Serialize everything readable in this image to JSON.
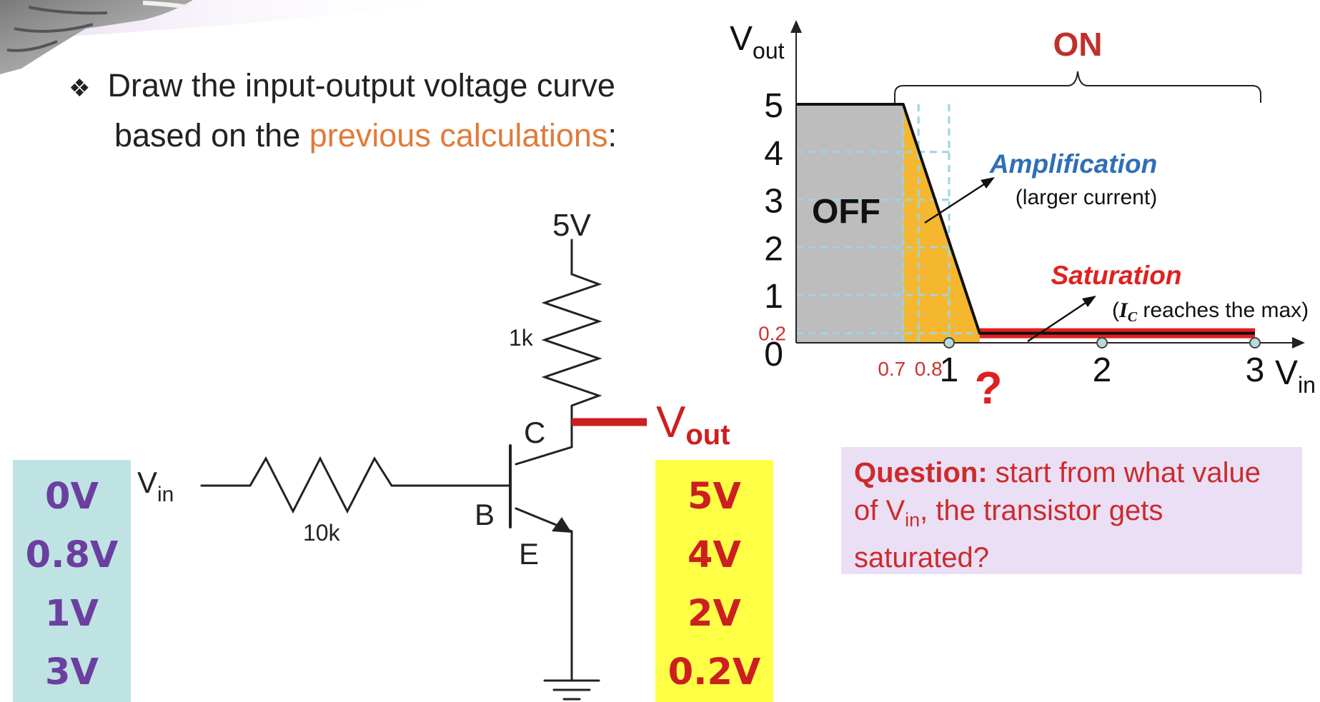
{
  "bullet": {
    "line1": "Draw the input-output voltage curve",
    "line2_prefix": "based on the ",
    "line2_link": "previous calculations",
    "line2_suffix": ":"
  },
  "circuit": {
    "supply": "5V",
    "collector_resistor": "1k",
    "base_resistor": "10k",
    "input_label": "V",
    "input_sub": "in",
    "output_label": "V",
    "output_sub": "out",
    "collector": "C",
    "base": "B",
    "emitter": "E"
  },
  "vin_values": [
    "0V",
    "0.8V",
    "1V",
    "3V"
  ],
  "vout_values": [
    "5V",
    "4V",
    "2V",
    "0.2V"
  ],
  "question": {
    "label": "Question:",
    "text1": " start from what value of V",
    "text_sub": "in",
    "text2": ", the transistor gets saturated?"
  },
  "chart_data": {
    "type": "line",
    "ylabel": "V",
    "ylabel_sub": "out",
    "xlabel": "V",
    "xlabel_sub": "in",
    "xlim": [
      0,
      3
    ],
    "ylim": [
      0,
      5
    ],
    "x_ticks": [
      "0.7",
      "0.8",
      "1",
      "2",
      "3"
    ],
    "x_tick_values": [
      0.7,
      0.8,
      1,
      2,
      3
    ],
    "y_ticks": [
      "5",
      "4",
      "3",
      "2",
      "1",
      "0.2",
      "0"
    ],
    "y_tick_values": [
      5,
      4,
      3,
      2,
      1,
      0.2,
      0
    ],
    "series": [
      {
        "points": [
          [
            0,
            5
          ],
          [
            0.7,
            5
          ],
          [
            1.2,
            0.2
          ],
          [
            3,
            0.2
          ]
        ]
      }
    ],
    "marked_points": [
      [
        1,
        0
      ],
      [
        2,
        0
      ],
      [
        3,
        0
      ]
    ],
    "regions": {
      "off": "OFF",
      "on": "ON",
      "amplification": "Amplification",
      "amplification_note": "(larger current)",
      "saturation": "Saturation",
      "saturation_note_pre": "(",
      "saturation_note_var": "I",
      "saturation_note_sub": "C",
      "saturation_note_post": " reaches the max)"
    },
    "unknown_marker": "?",
    "colors": {
      "off_region": "#bdbdbd",
      "amplification_region": "#f5b730",
      "saturation_line": "#e02020",
      "on_label": "#c0302b",
      "amplification_label": "#2f6fb5",
      "saturation_label": "#e02020",
      "grid": "#9fd3e3"
    }
  }
}
